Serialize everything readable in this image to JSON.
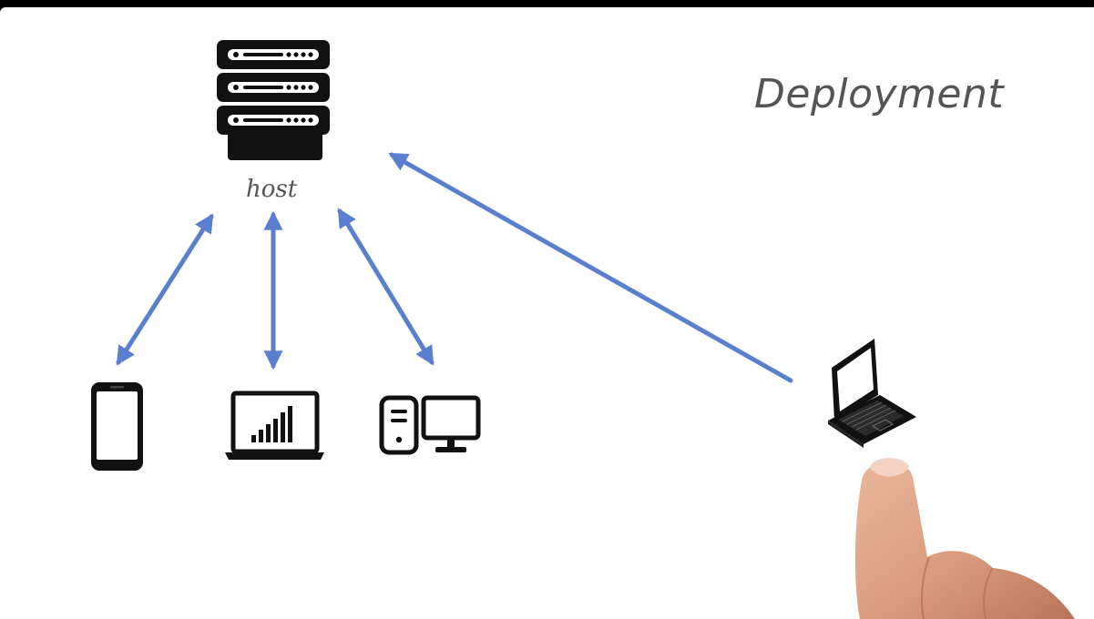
{
  "slide": {
    "title": "Deployment",
    "host_label": "host"
  },
  "colors": {
    "arrow": "#5b7fcf",
    "icon": "#111111",
    "text": "#555555",
    "background": "#ffffff"
  },
  "icons": [
    "server-icon",
    "smartphone-icon",
    "laptop-chart-icon",
    "desktop-computer-icon",
    "laptop-icon",
    "pointing-finger"
  ]
}
